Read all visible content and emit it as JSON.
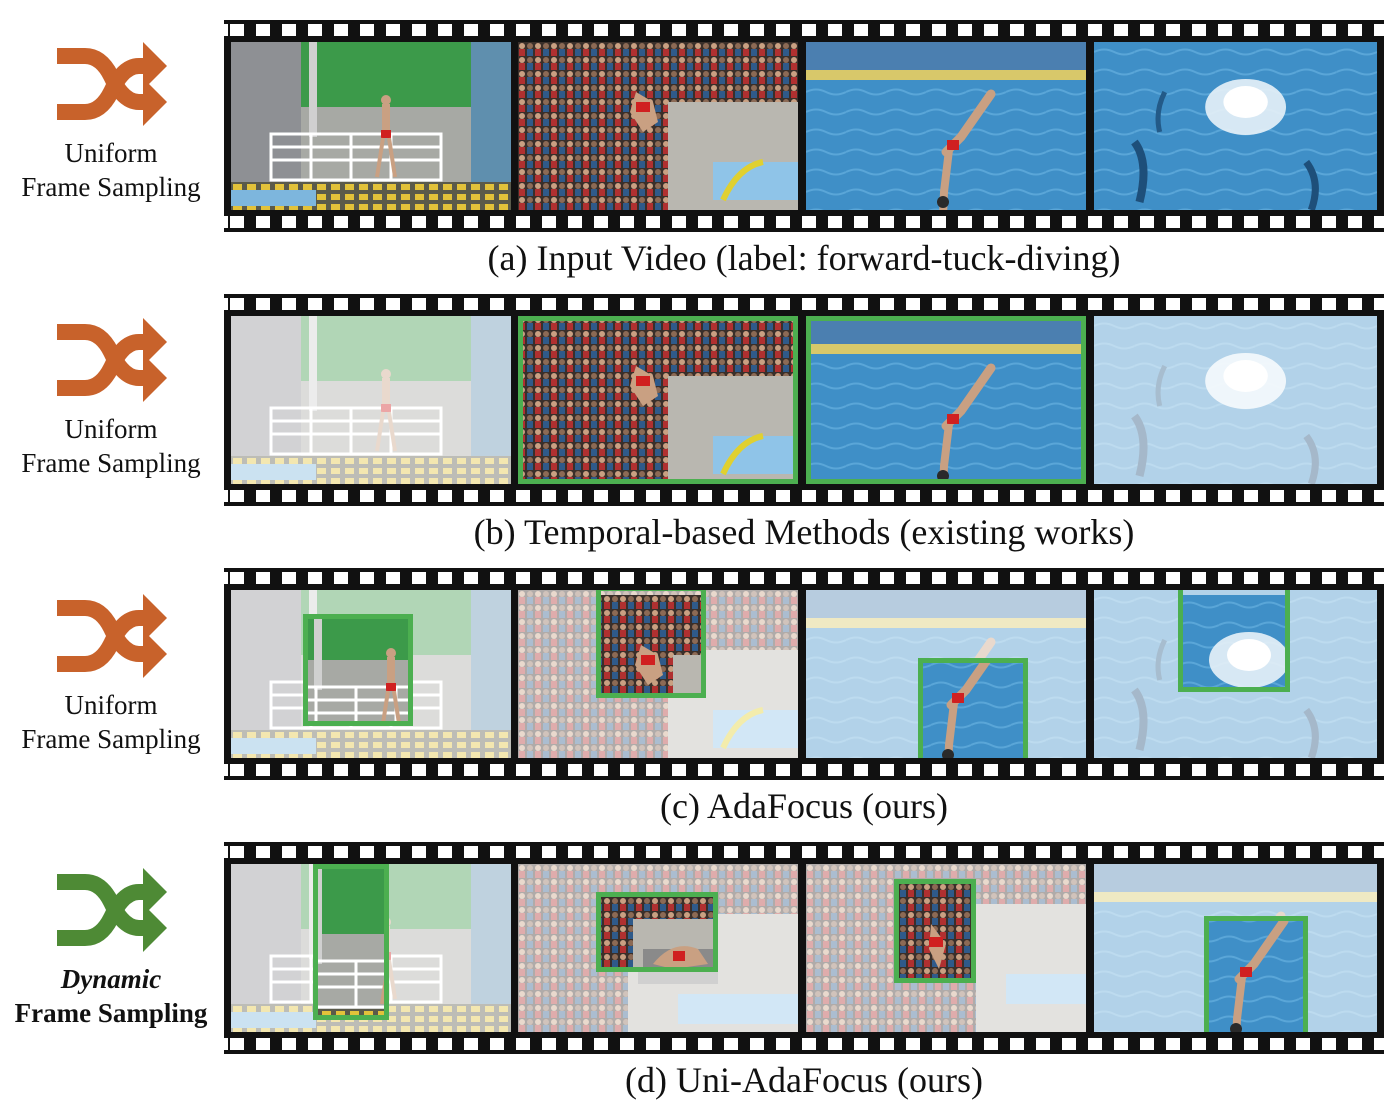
{
  "rows": [
    {
      "sampling_line1": "Uniform",
      "sampling_line2": "Frame Sampling",
      "caption": "(a) Input Video (label: forward-tuck-diving)"
    },
    {
      "sampling_line1": "Uniform",
      "sampling_line2": "Frame Sampling",
      "caption": "(b) Temporal-based Methods (existing works)"
    },
    {
      "sampling_line1": "Uniform",
      "sampling_line2": "Frame Sampling",
      "caption": "(c) AdaFocus (ours)"
    },
    {
      "sampling_line1": "Dynamic",
      "sampling_line2": "Frame Sampling",
      "caption": "(d) Uni-AdaFocus (ours)"
    }
  ],
  "icons": {
    "uniform": "shuffle-icon",
    "dynamic": "shuffle-icon"
  },
  "colors": {
    "uniform_icon": "#c8622b",
    "dynamic_icon": "#4e8a35",
    "focus_box": "#4caf50",
    "film": "#111111"
  }
}
